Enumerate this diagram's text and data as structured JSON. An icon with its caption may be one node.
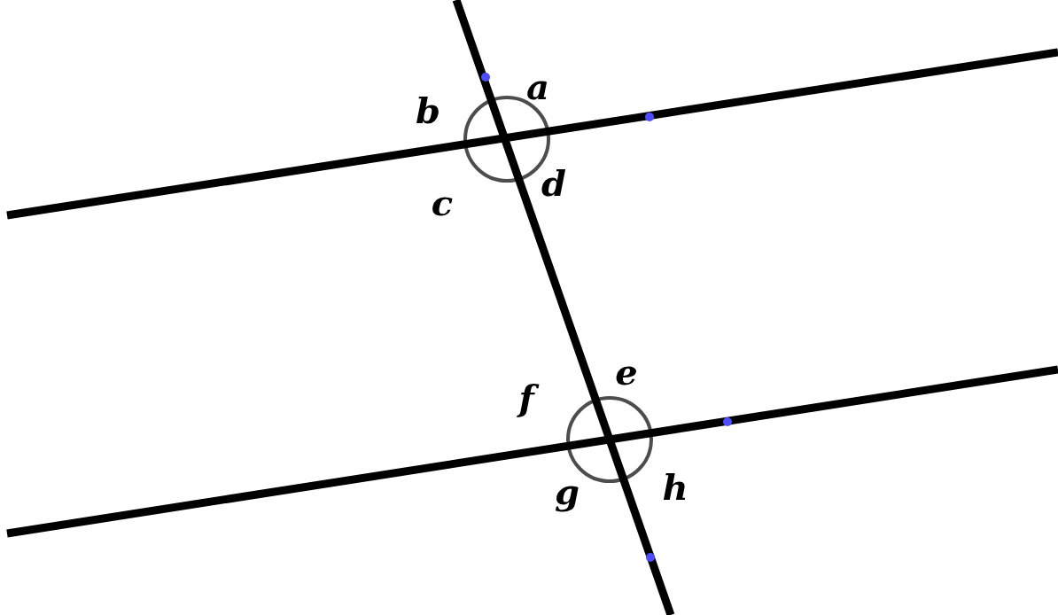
{
  "diagram": {
    "labels": [
      "a",
      "b",
      "c",
      "d",
      "e",
      "f",
      "g",
      "h"
    ]
  }
}
